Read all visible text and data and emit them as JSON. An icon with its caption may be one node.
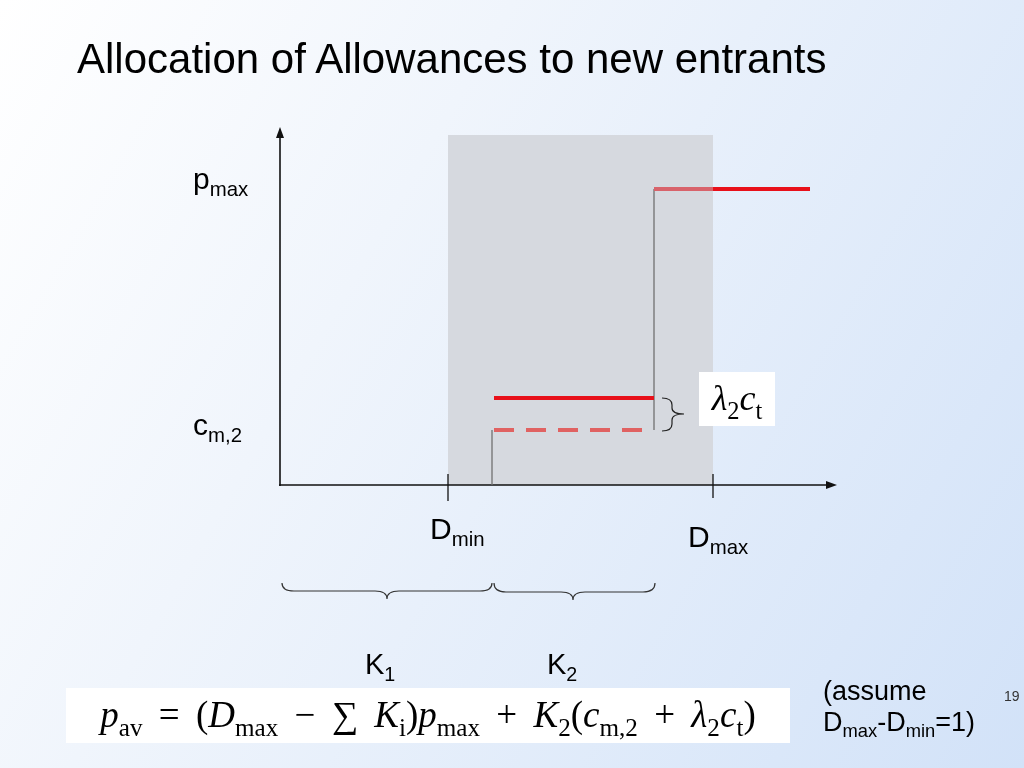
{
  "diagram": {
    "title": "Allocation of Allowances to new entrants",
    "nodes": [
      {
        "text": [
          "*λ*$_{2}$*c*$_{t}$"
        ]
      },
      {
        "text": [
          "*p*$_{av}$ = (*D*$_{max}$ − ∑ *K*$_{i}$)*p*$_{max}$ + *K*$_{2}$(*c*$_{m,2}$ + *λ*$_{2}$*c*$_{t}$)"
        ]
      }
    ],
    "labels": [
      "p$_{max}$",
      "c$_{m,2}$",
      "D$_{min}$",
      "D$_{max}$",
      "K$_{1}$",
      "K$_{2}$",
      "(assume D$_{max}$-D$_{min}$=1)",
      "19"
    ]
  }
}
